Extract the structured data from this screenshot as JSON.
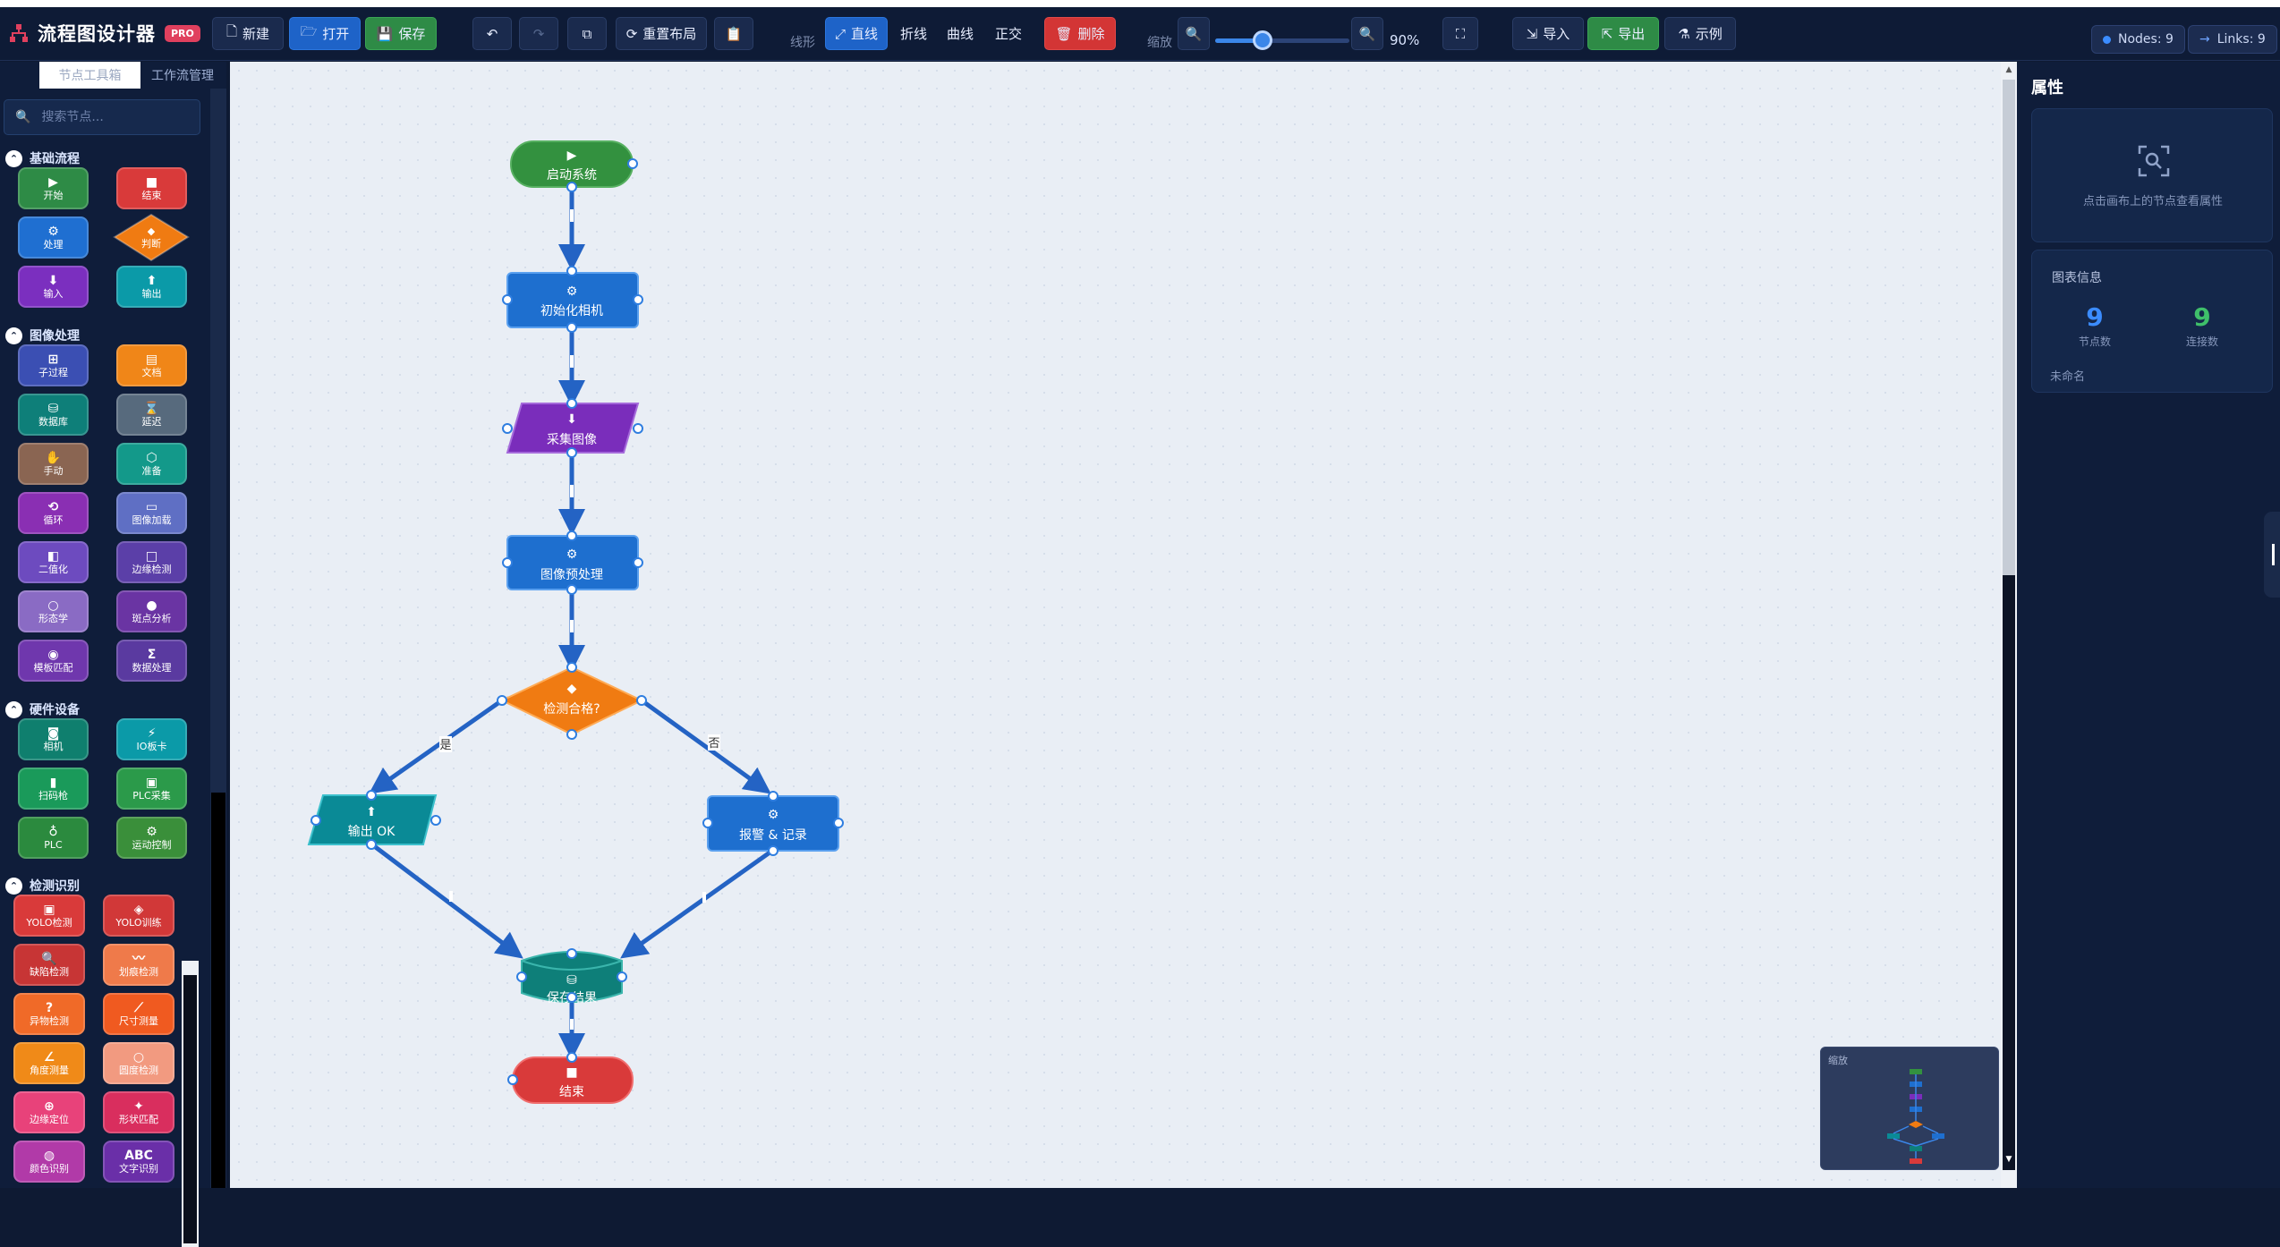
{
  "app": {
    "title": "流程图设计器",
    "badge": "PRO"
  },
  "toolbar": {
    "new_label": "新建",
    "open_label": "打开",
    "save_label": "保存",
    "relayout_label": "重置布局",
    "line_type_label": "线形",
    "line_straight": "直线",
    "line_polyline": "折线",
    "line_curve": "曲线",
    "line_orthogonal": "正交",
    "delete_label": "删除",
    "zoom_label": "缩放",
    "zoom_value": "90%",
    "zoom_level": 0.35,
    "import_label": "导入",
    "export_label": "导出",
    "example_label": "示例",
    "nodes_pill": "Nodes: 9",
    "links_pill": "Links: 9"
  },
  "sidebar": {
    "tabs": [
      "节点工具箱",
      "工作流管理"
    ],
    "search_placeholder": "搜索节点...",
    "sections": [
      {
        "title": "基础流程",
        "items": [
          {
            "icon": "▶",
            "label": "开始",
            "color": "#2e8b46"
          },
          {
            "icon": "■",
            "label": "结束",
            "color": "#d93a3a"
          },
          {
            "icon": "⚙",
            "label": "处理",
            "color": "#1f6fd1"
          },
          {
            "icon": "◆",
            "label": "判断",
            "color": "#f07b12"
          },
          {
            "icon": "⬇",
            "label": "输入",
            "color": "#7b2fbf"
          },
          {
            "icon": "⬆",
            "label": "输出",
            "color": "#0b9aa8"
          }
        ]
      },
      {
        "title": "图像处理",
        "items": [
          {
            "icon": "⊞",
            "label": "子过程",
            "color": "#3b4fb3"
          },
          {
            "icon": "▤",
            "label": "文档",
            "color": "#f08618"
          },
          {
            "icon": "⛁",
            "label": "数据库",
            "color": "#0e7f79"
          },
          {
            "icon": "⌛",
            "label": "延迟",
            "color": "#576a7d"
          },
          {
            "icon": "✋",
            "label": "手动",
            "color": "#8a6552"
          },
          {
            "icon": "⬡",
            "label": "准备",
            "color": "#13998a"
          },
          {
            "icon": "⟲",
            "label": "循环",
            "color": "#8a2fb3"
          },
          {
            "icon": "▭",
            "label": "图像加载",
            "color": "#5f6fc4"
          },
          {
            "icon": "◧",
            "label": "二值化",
            "color": "#6d4bbf"
          },
          {
            "icon": "□",
            "label": "边缘检测",
            "color": "#5b3fa8"
          },
          {
            "icon": "○",
            "label": "形态学",
            "color": "#8a6bc4"
          },
          {
            "icon": "●",
            "label": "斑点分析",
            "color": "#6a34a3"
          },
          {
            "icon": "◉",
            "label": "模板匹配",
            "color": "#6f37ad"
          },
          {
            "icon": "Σ",
            "label": "数据处理",
            "color": "#5a3aa0"
          }
        ]
      },
      {
        "title": "硬件设备",
        "items": [
          {
            "icon": "◙",
            "label": "相机",
            "color": "#0f7f6e"
          },
          {
            "icon": "⚡",
            "label": "IO板卡",
            "color": "#0b9aa8"
          },
          {
            "icon": "▮",
            "label": "扫码枪",
            "color": "#1a9a5a"
          },
          {
            "icon": "▣",
            "label": "PLC采集",
            "color": "#2b9a4a"
          },
          {
            "icon": "♁",
            "label": "PLC",
            "color": "#2b8a3e"
          },
          {
            "icon": "⚙",
            "label": "运动控制",
            "color": "#3a8f3a"
          }
        ]
      },
      {
        "title": "检测识别",
        "items": [
          {
            "icon": "▣",
            "label": "YOLO检测",
            "color": "#d93a3a"
          },
          {
            "icon": "◈",
            "label": "YOLO训练",
            "color": "#d13838"
          },
          {
            "icon": "🔍",
            "label": "缺陷检测",
            "color": "#c73535"
          },
          {
            "icon": "〰",
            "label": "划痕检测",
            "color": "#ef7a4a"
          },
          {
            "icon": "?",
            "label": "异物检测",
            "color": "#f06a28"
          },
          {
            "icon": "⟋",
            "label": "尺寸测量",
            "color": "#f05a20"
          },
          {
            "icon": "∠",
            "label": "角度测量",
            "color": "#f08a18"
          },
          {
            "icon": "○",
            "label": "圆度检测",
            "color": "#f29a80"
          },
          {
            "icon": "⊕",
            "label": "边缘定位",
            "color": "#e8427a"
          },
          {
            "icon": "✦",
            "label": "形状匹配",
            "color": "#d92e5e"
          },
          {
            "icon": "◍",
            "label": "颜色识别",
            "color": "#b13aa8"
          },
          {
            "icon": "ABC",
            "label": "文字识别",
            "color": "#6a2fa8"
          }
        ]
      }
    ]
  },
  "canvas": {
    "nodes": {
      "start": "启动系统",
      "init_camera": "初始化相机",
      "capture": "采集图像",
      "preprocess": "图像预处理",
      "check": "检测合格?",
      "output_ok": "输出 OK",
      "alarm": "报警 & 记录",
      "save": "保存结果",
      "end": "结束"
    },
    "edge_labels": {
      "yes": "是",
      "no": "否"
    },
    "minimap_label": "缩放"
  },
  "properties": {
    "title": "属性",
    "hint": "点击画布上的节点查看属性",
    "info_title": "图表信息",
    "node_count": "9",
    "node_count_label": "节点数",
    "link_count": "9",
    "link_count_label": "连接数",
    "diagram_name": "未命名"
  },
  "colors": {
    "accent": "#1e63c8",
    "green": "#2e8b46",
    "red": "#d33535",
    "orange": "#f07b12",
    "teal": "#0e7f79",
    "purple": "#7b2fbf",
    "stat_blue": "#3b8cff",
    "stat_green": "#3fbf6a"
  }
}
